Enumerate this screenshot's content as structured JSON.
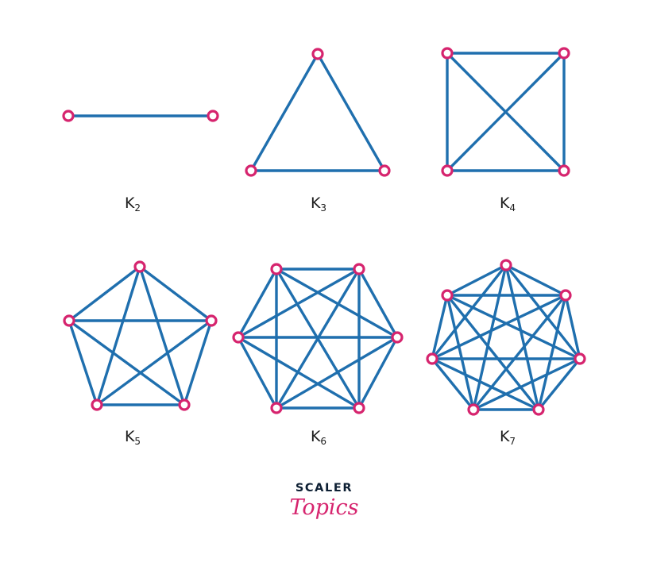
{
  "colors": {
    "edge": "#1f6fae",
    "node": "#d6246e",
    "label": "#1c1c1c",
    "brand_dark": "#0d1f33",
    "brand_accent": "#d6246e"
  },
  "graphs": [
    {
      "letter": "K",
      "subscript": "2",
      "n": 2
    },
    {
      "letter": "K",
      "subscript": "3",
      "n": 3
    },
    {
      "letter": "K",
      "subscript": "4",
      "n": 4
    },
    {
      "letter": "K",
      "subscript": "5",
      "n": 5
    },
    {
      "letter": "K",
      "subscript": "6",
      "n": 6
    },
    {
      "letter": "K",
      "subscript": "7",
      "n": 7
    }
  ],
  "brand": {
    "top": "SCALER",
    "bottom": "Topics"
  }
}
